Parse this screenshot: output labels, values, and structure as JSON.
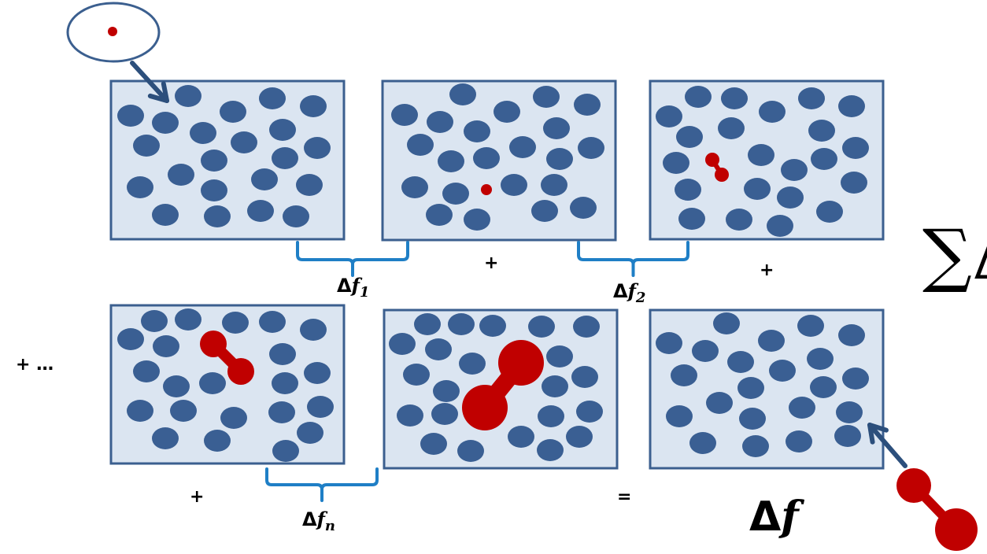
{
  "colors": {
    "panel_fill": "#dbe5f1",
    "panel_border": "#3b5f8f",
    "particle": "#3a5f93",
    "solute": "#c00000",
    "bracket": "#1f7fc6",
    "arrow": "#2c4f7c"
  },
  "labels": {
    "delta_symbol": "Δ",
    "f_symbol": "f",
    "sub_1": "1",
    "sub_2": "2",
    "sub_n": "n",
    "plus": "+",
    "plus_ellipsis": "+ …",
    "equals": "=",
    "sum_symbol": "∑Δ"
  },
  "panels": [
    {
      "id": "panel-1",
      "solute": "none"
    },
    {
      "id": "panel-2",
      "solute": "dot"
    },
    {
      "id": "panel-3",
      "solute": "small-dumbbell"
    },
    {
      "id": "panel-4",
      "solute": "medium-dumbbell"
    },
    {
      "id": "panel-5",
      "solute": "large-dumbbell"
    },
    {
      "id": "panel-6",
      "solute": "none"
    }
  ],
  "icons": [
    "ellipse-callout-icon",
    "insert-arrow-icon",
    "brace-icon",
    "dumbbell-molecule-icon"
  ]
}
